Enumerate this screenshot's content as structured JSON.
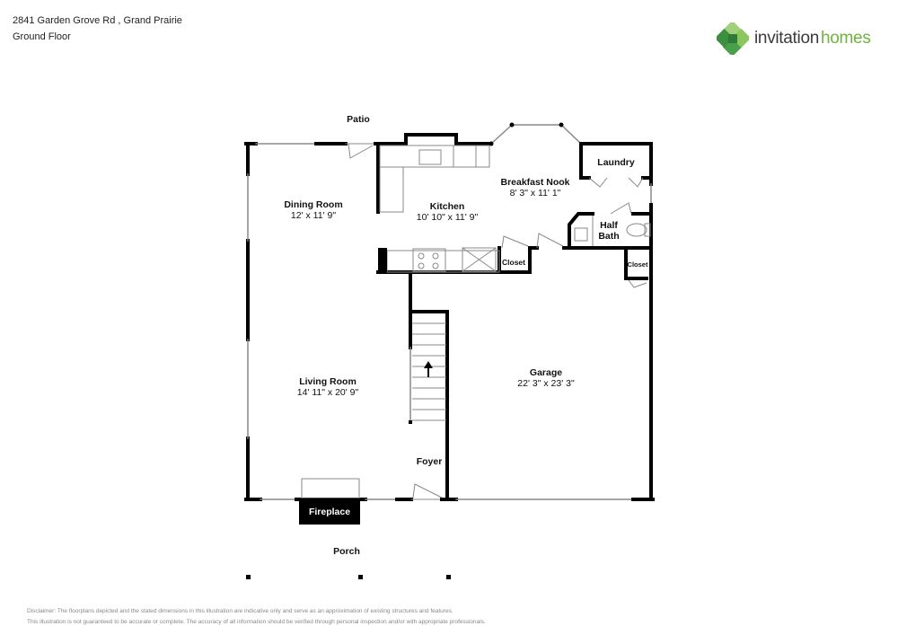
{
  "header": {
    "address": "2841 Garden Grove Rd , Grand Prairie",
    "floor": "Ground Floor"
  },
  "logo": {
    "word1": "invitation",
    "word2": "homes",
    "brand_color": "#6fb43f",
    "text_color": "#3a3a3a",
    "icon": "clover-diamond-icon"
  },
  "rooms": {
    "patio": {
      "name": "Patio"
    },
    "dining_room": {
      "name": "Dining Room",
      "dims": "12' x 11' 9\""
    },
    "kitchen": {
      "name": "Kitchen",
      "dims": "10' 10\" x 11' 9\""
    },
    "breakfast_nook": {
      "name": "Breakfast Nook",
      "dims": "8' 3\" x 11' 1\""
    },
    "laundry": {
      "name": "Laundry"
    },
    "half_bath": {
      "name_line1": "Half",
      "name_line2": "Bath"
    },
    "closet_kitchen": {
      "name": "Closet"
    },
    "closet_garage": {
      "name": "Closet"
    },
    "living_room": {
      "name": "Living Room",
      "dims": "14' 11\" x 20' 9\""
    },
    "garage": {
      "name": "Garage",
      "dims": "22' 3\" x 23' 3\""
    },
    "foyer": {
      "name": "Foyer"
    },
    "fireplace": {
      "name": "Fireplace"
    },
    "porch": {
      "name": "Porch"
    }
  },
  "disclaimer": {
    "line1": "Disclaimer: The floorplans depicted and the stated dimensions in this illustration are indicative only and serve as an approximation of existing structures and features.",
    "line2": "This illustration is not guaranteed to be accurate or complete. The accuracy of all information should be verified through personal inspection and/or with appropriate professionals."
  }
}
